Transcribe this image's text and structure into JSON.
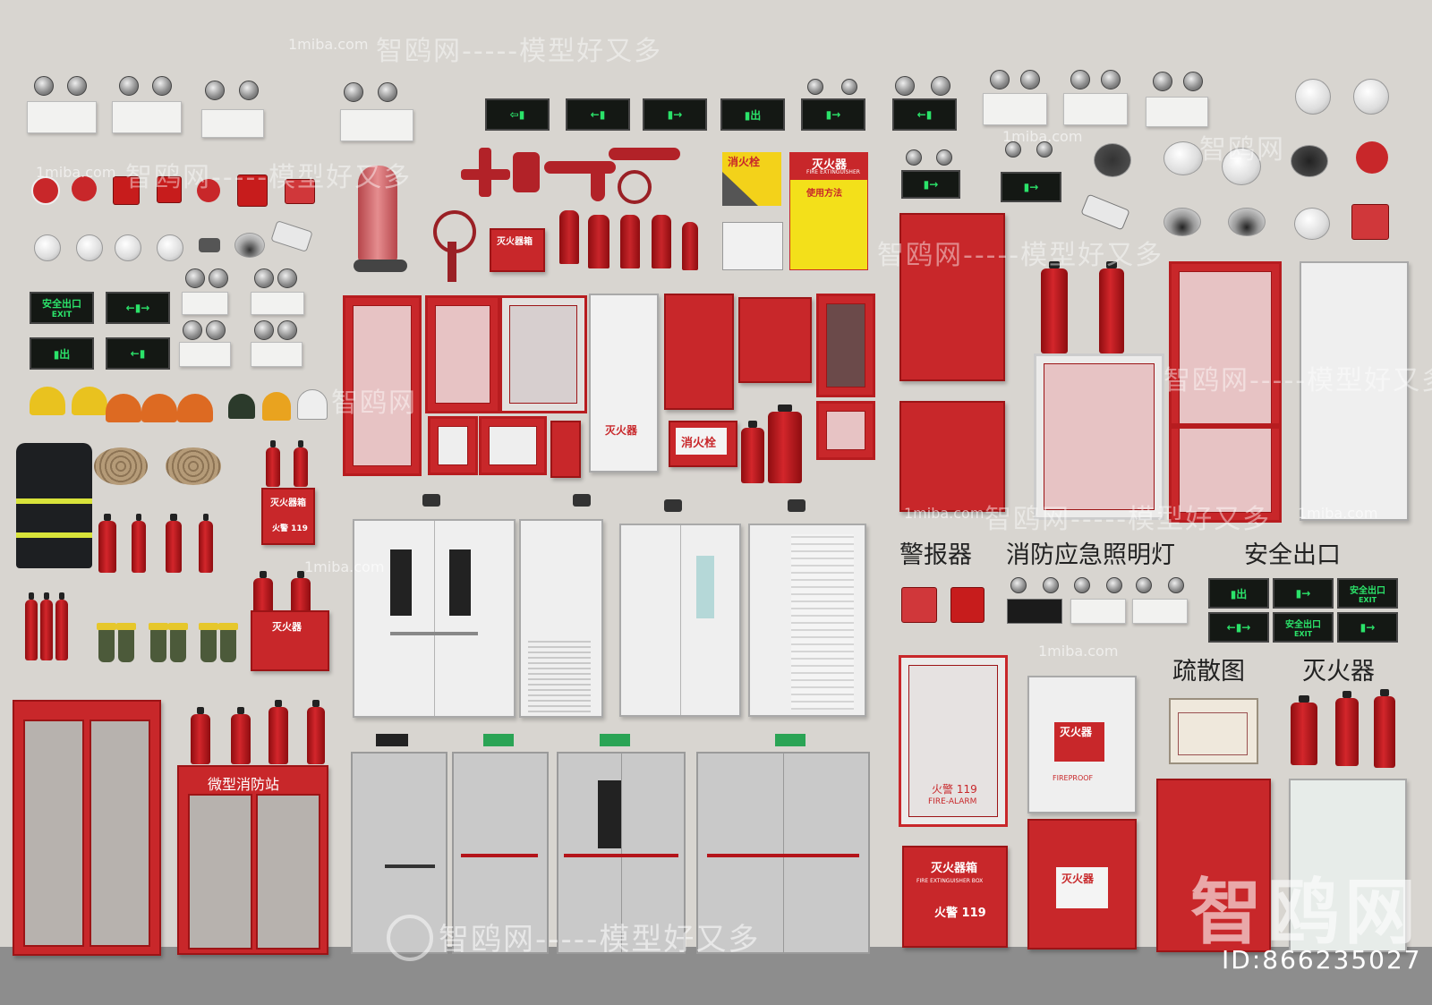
{
  "watermarks": {
    "site_small": "1miba.com",
    "site_cn_dashed": "智鸥网-----模型好又多",
    "site_cn_short": "智鸥网",
    "logo_big": "智鸥网",
    "id_label": "ID:866235027"
  },
  "categories": {
    "alarm": "警报器",
    "emergency_light": "消防应急照明灯",
    "safety_exit": "安全出口",
    "evacuation_map": "疏散图",
    "extinguisher": "灭火器"
  },
  "signs": {
    "exit_cn": "安全出口",
    "exit_en": "EXIT",
    "micro_station": "微型消防站",
    "extinguisher_box": "灭火器箱",
    "fire_box_en": "FIRE EXTINGUISHER BOX",
    "fire_call": "火警 119",
    "extinguisher": "灭火器",
    "hydrant": "消火栓",
    "usage": "使用方法",
    "fire_ext_en": "FIRE EXTINGUISHER",
    "fire_alarm_en": "FIRE-ALARM",
    "fire_proof_en": "FIREPROOF"
  },
  "colors": {
    "wall": "#d8d5d0",
    "floor": "#8d8d8d",
    "fire_red": "#c8272a",
    "exit_green": "#2be36a"
  }
}
